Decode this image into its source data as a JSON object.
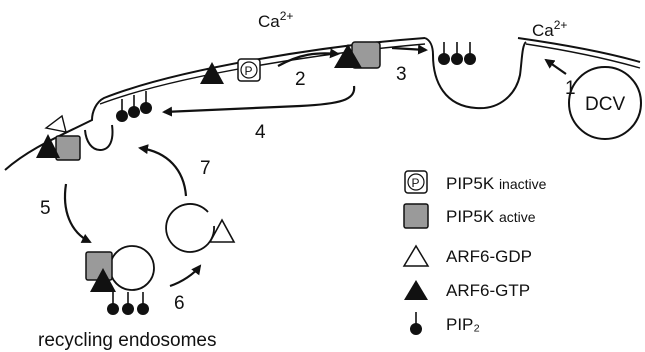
{
  "calcium": [
    {
      "base": "Ca",
      "superscript": "2+"
    },
    {
      "base": "Ca",
      "superscript": "2+"
    }
  ],
  "vesicle_label": "DCV",
  "endosome_label": "recycling endosomes",
  "pip5k_symbol": "P",
  "steps": [
    "1",
    "2",
    "3",
    "4",
    "5",
    "6",
    "7"
  ],
  "legend": [
    {
      "icon": "pip5k-inactive-icon",
      "main": "PIP5K",
      "small": "inactive"
    },
    {
      "icon": "pip5k-active-icon",
      "main": "PIP5K",
      "small": "active"
    },
    {
      "icon": "arf6-gdp-icon",
      "main": "ARF6-GDP",
      "small": ""
    },
    {
      "icon": "arf6-gtp-icon",
      "main": "ARF6-GTP",
      "small": ""
    },
    {
      "icon": "pip2-icon",
      "main": "PIP₂",
      "small": ""
    }
  ],
  "colors": {
    "ink": "#111111",
    "pip5k_active": "#9a9a9a",
    "background": "#ffffff"
  }
}
